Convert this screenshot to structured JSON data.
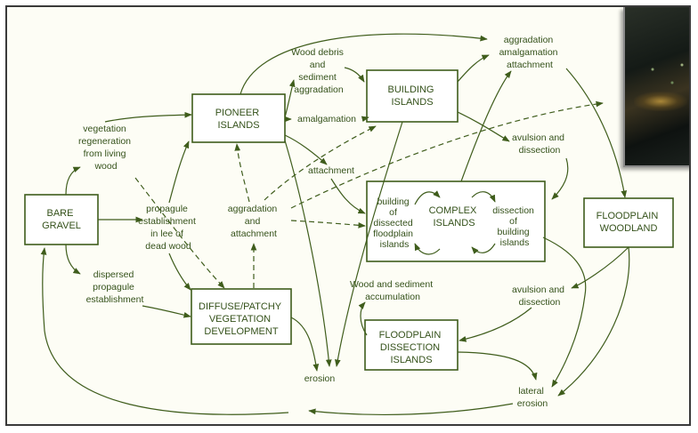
{
  "colors": {
    "ink": "#3f5d1c",
    "text": "#34511a",
    "background": "#fdfdf5"
  },
  "boxes": {
    "bare_gravel": [
      "BARE",
      "GRAVEL"
    ],
    "pioneer_islands": [
      "PIONEER",
      "ISLANDS"
    ],
    "building_islands": [
      "BUILDING",
      "ISLANDS"
    ],
    "complex_islands": [
      "COMPLEX",
      "ISLANDS"
    ],
    "diffuse_vegetation": [
      "DIFFUSE/PATCHY",
      "VEGETATION",
      "DEVELOPMENT"
    ],
    "floodplain_dissection": [
      "FLOODPLAIN",
      "DISSECTION",
      "ISLANDS"
    ],
    "floodplain_woodland": [
      "FLOODPLAIN",
      "WOODLAND"
    ]
  },
  "complex_inner": {
    "building": [
      "building",
      "of",
      "dissected",
      "floodplain",
      "islands"
    ],
    "dissection": [
      "dissection",
      "of",
      "building",
      "islands"
    ]
  },
  "labels": {
    "vegetation_regeneration": [
      "vegetation",
      "regeneration",
      "from living",
      "wood"
    ],
    "propagule_establishment": [
      "propagule",
      "establishment",
      "in lee of",
      "dead wood"
    ],
    "dispersed_propagule": [
      "dispersed",
      "propagule",
      "establishment"
    ],
    "aggradation_attachment": [
      "aggradation",
      "and",
      "attachment"
    ],
    "wood_debris": [
      "Wood debris",
      "and",
      "sediment",
      "aggradation"
    ],
    "amalgamation": [
      "amalgamation"
    ],
    "attachment": [
      "attachment"
    ],
    "aggradation_amalgamation": [
      "aggradation",
      "amalgamation",
      "attachment"
    ],
    "avulsion_upper": [
      "avulsion and",
      "dissection"
    ],
    "avulsion_lower": [
      "avulsion and",
      "dissection"
    ],
    "wood_sediment": [
      "Wood and sediment",
      "accumulation"
    ],
    "erosion": [
      "erosion"
    ],
    "lateral_erosion": [
      "lateral",
      "erosion"
    ]
  }
}
